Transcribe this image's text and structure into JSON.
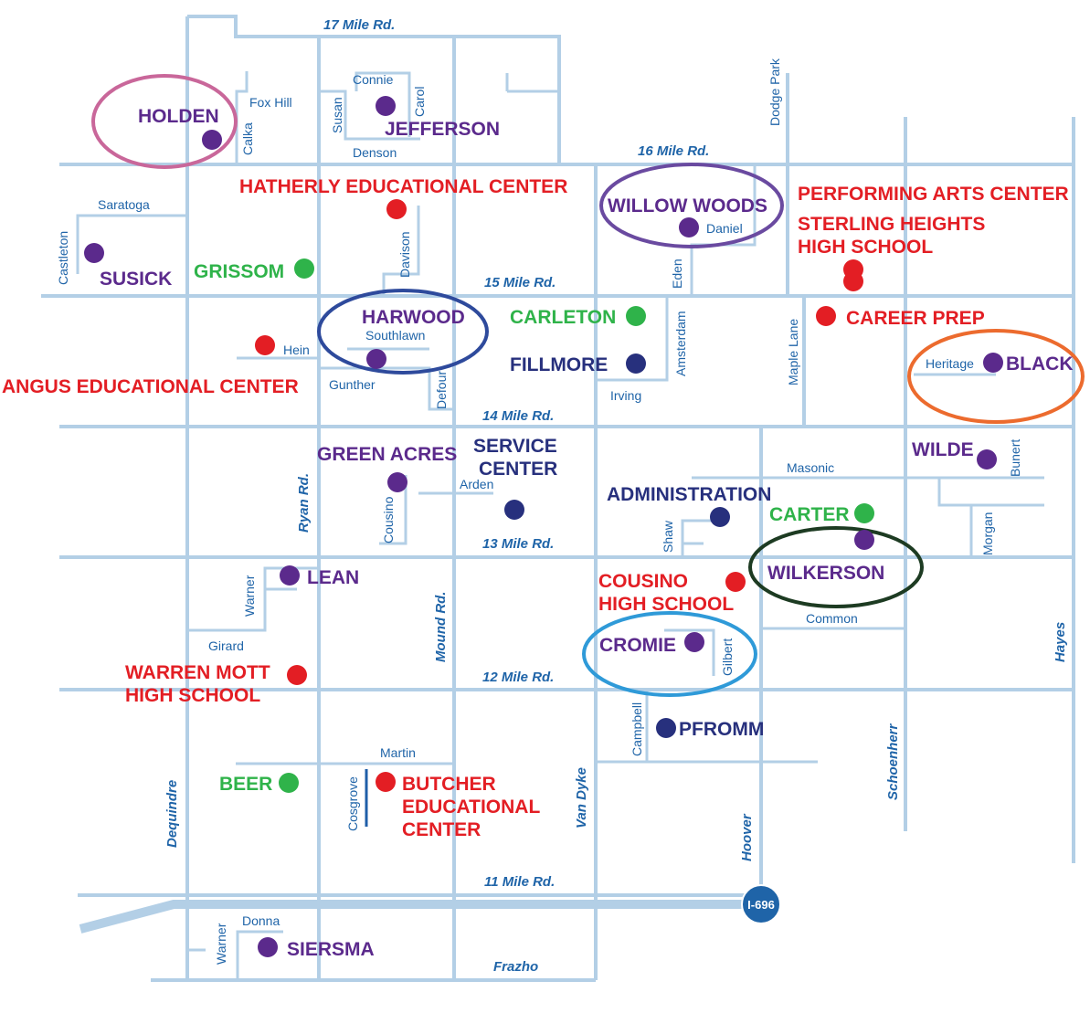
{
  "colors": {
    "road": "#b3cfe6",
    "road_label": "#1f64a8",
    "purple": "#5b2a8c",
    "red": "#e31e24",
    "green": "#2fb34a",
    "navy": "#27307d",
    "blue": "#1f5ea8",
    "interstate_badge": "#1f64a8"
  },
  "major_roads": {
    "mile17": "17 Mile Rd.",
    "mile16": "16 Mile Rd.",
    "mile15": "15 Mile Rd.",
    "mile14": "14 Mile Rd.",
    "mile13": "13 Mile Rd.",
    "mile12": "12 Mile Rd.",
    "mile11": "11 Mile Rd.",
    "frazho": "Frazho",
    "dequindre": "Dequindre",
    "ryan": "Ryan Rd.",
    "mound": "Mound Rd.",
    "vandyke": "Van Dyke",
    "hoover": "Hoover",
    "schoenherr": "Schoenherr",
    "hayes": "Hayes",
    "dodge_park": "Dodge Park",
    "interstate": "I-696"
  },
  "minor_roads": {
    "connie": "Connie",
    "carol": "Carol",
    "susan": "Susan",
    "denson": "Denson",
    "fox_hill": "Fox Hill",
    "calka": "Calka",
    "saratoga": "Saratoga",
    "castleton": "Castleton",
    "davison": "Davison",
    "eden": "Eden",
    "daniel": "Daniel",
    "southlawn": "Southlawn",
    "hein": "Hein",
    "gunther": "Gunther",
    "defour": "Defour",
    "amsterdam": "Amsterdam",
    "irving": "Irving",
    "maple_lane": "Maple Lane",
    "heritage": "Heritage",
    "masonic": "Masonic",
    "bunert": "Bunert",
    "morgan": "Morgan",
    "arden": "Arden",
    "cousino": "Cousino",
    "shaw": "Shaw",
    "warner": "Warner",
    "girard": "Girard",
    "common": "Common",
    "gilbert": "Gilbert",
    "campbell": "Campbell",
    "martin": "Martin",
    "cosgrove": "Cosgrove",
    "warner2": "Warner",
    "donna": "Donna"
  },
  "schools": {
    "holden": "HOLDEN",
    "jefferson": "JEFFERSON",
    "hatherly": "HATHERLY EDUCATIONAL CENTER",
    "willow_woods": "WILLOW WOODS",
    "performing_arts": "PERFORMING ARTS CENTER",
    "sterling_1": "STERLING HEIGHTS",
    "sterling_2": "HIGH SCHOOL",
    "susick": "SUSICK",
    "grissom": "GRISSOM",
    "harwood": "HARWOOD",
    "carleton": "CARLETON",
    "career_prep": "CAREER PREP",
    "fillmore": "FILLMORE",
    "black": "BLACK",
    "angus": "ANGUS EDUCATIONAL CENTER",
    "green_acres": "GREEN ACRES",
    "service_1": "SERVICE",
    "service_2": "CENTER",
    "wilde": "WILDE",
    "administration": "ADMINISTRATION",
    "carter": "CARTER",
    "lean": "LEAN",
    "wilkerson": "WILKERSON",
    "cousino_1": "COUSINO",
    "cousino_2": "HIGH SCHOOL",
    "cromie": "CROMIE",
    "warren_1": "WARREN MOTT",
    "warren_2": "HIGH SCHOOL",
    "pfromm": "PFROMM",
    "beer": "BEER",
    "butcher_1": "BUTCHER",
    "butcher_2": "EDUCATIONAL",
    "butcher_3": "CENTER",
    "siersma": "SIERSMA"
  }
}
